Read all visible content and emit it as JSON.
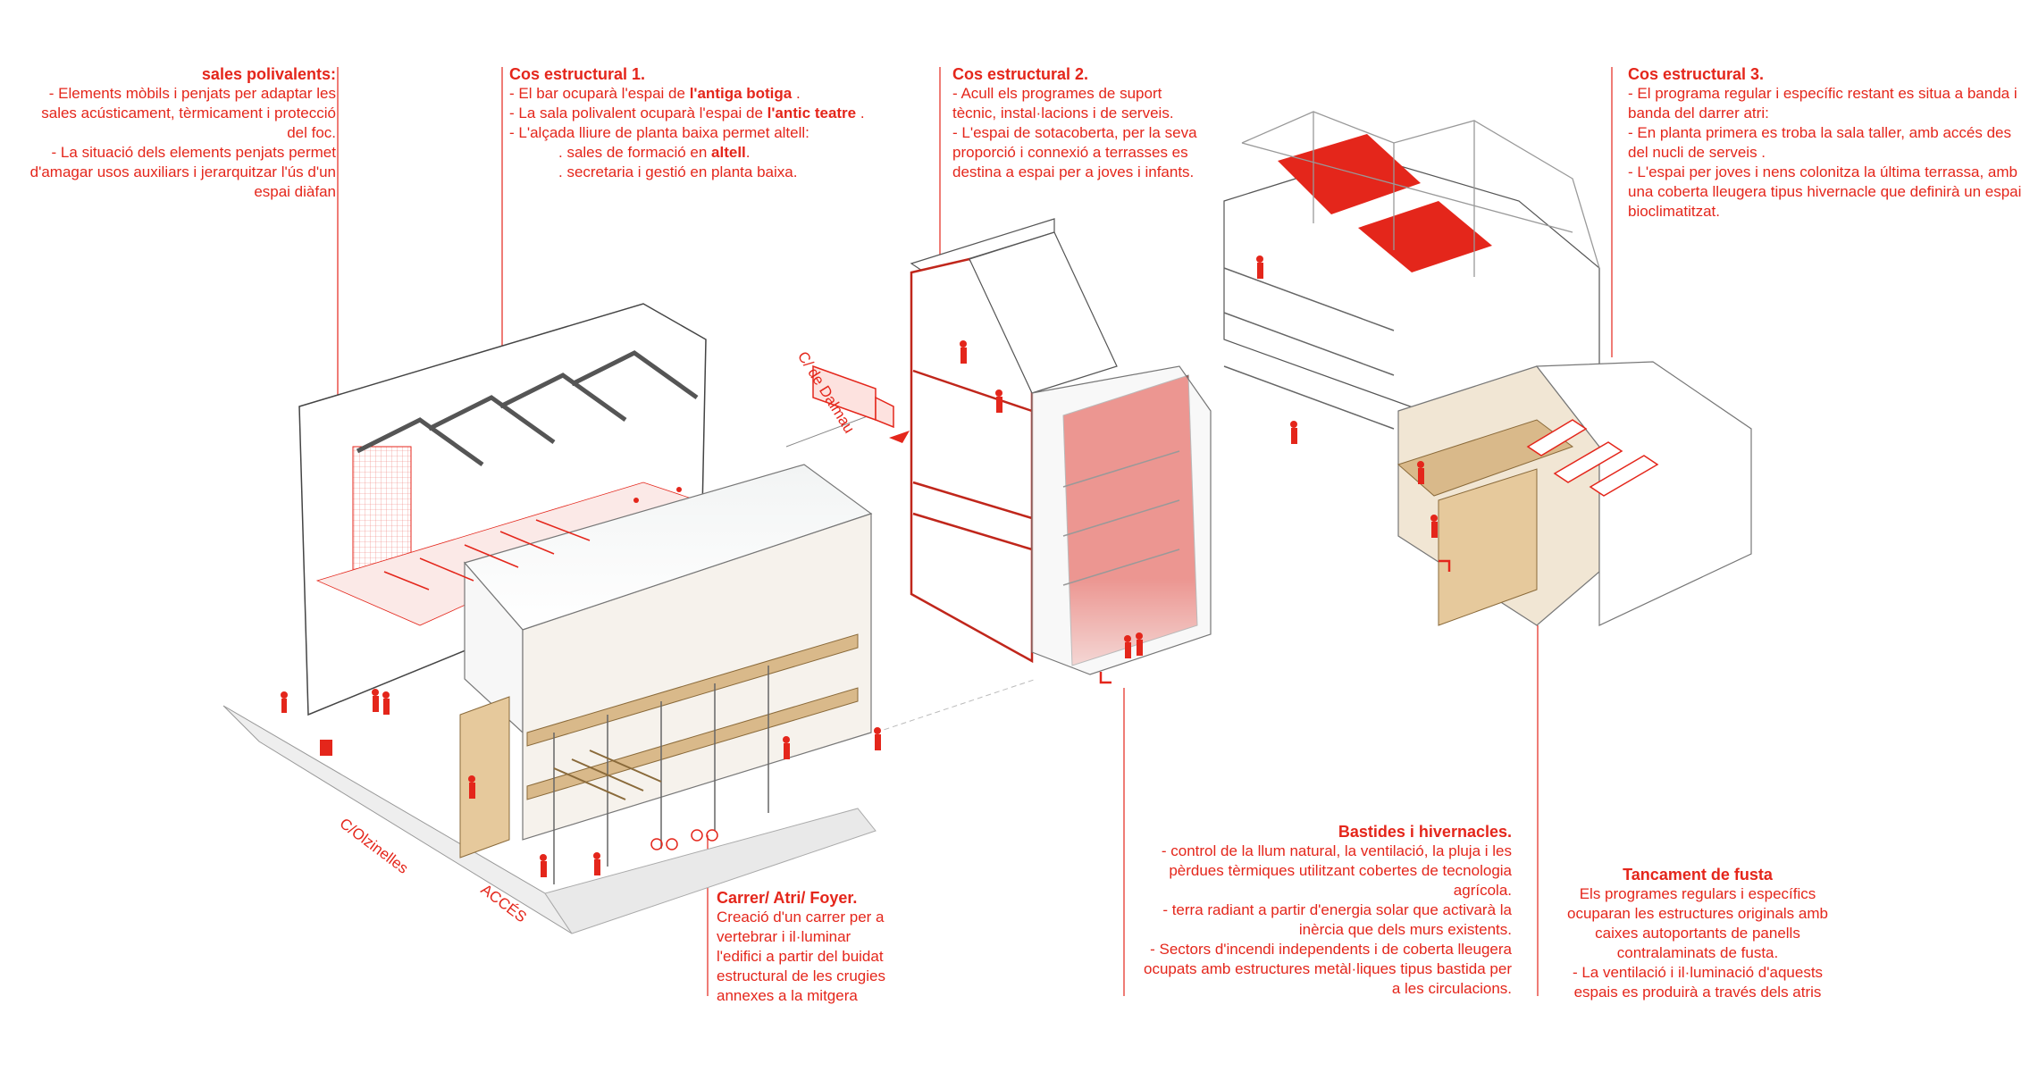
{
  "blocks": {
    "sales_polivalents": {
      "title": "sales polivalents:",
      "lines": [
        "- Elements mòbils i penjats per adaptar les",
        "sales acústicament, tèrmicament i protecció",
        "del foc.",
        "- La situació dels elements penjats permet",
        "d'amagar usos auxiliars i jerarquitzar l'ús d'un",
        "espai diàfan"
      ]
    },
    "cos1": {
      "title": "Cos estructural 1.",
      "l1_pre": "- El bar ocuparà l'espai  de ",
      "l1_em": "l'antiga botiga",
      "l1_post": " .",
      "l2_pre": "- La sala polivalent ocuparà l'espai de ",
      "l2_em": "l'antic teatre",
      "l2_post": " .",
      "l3": "- L'alçada lliure de planta baixa  permet altell:",
      "l4_pre": ". sales de formació en ",
      "l4_em": "altell",
      "l4_post": ".",
      "l5": ". secretaria i gestió en planta baixa."
    },
    "cos2": {
      "title": "Cos estructural 2.",
      "lines": [
        "- Acull els programes de suport",
        "tècnic, instal·lacions i de serveis.",
        "- L'espai de sotacoberta, per la seva",
        "proporció i connexió a terrasses es",
        "destina a espai per a joves i infants."
      ]
    },
    "cos3": {
      "title": "Cos estructural 3.",
      "lines": [
        "- El programa regular i específic restant es situa a banda i",
        "banda del darrer atri:",
        "- En planta primera es troba la sala taller, amb accés  des",
        "del nucli de serveis .",
        "- L'espai per joves i nens colonitza la última terrassa, amb",
        "una coberta lleugera tipus hivernacle que definirà un espai",
        "bioclimatitzat."
      ]
    },
    "carrer": {
      "title": "Carrer/ Atri/ Foyer.",
      "lines": [
        "Creació d'un carrer per a",
        "vertebrar i il·luminar",
        "l'edifici a partir del buidat",
        "estructural de les crugies",
        "annexes a la mitgera"
      ]
    },
    "bastides": {
      "title": "Bastides i hivernacles.",
      "lines": [
        "- control de la llum natural, la ventilació, la pluja i les",
        "pèrdues tèrmiques utilitzant cobertes de tecnologia",
        "agrícola.",
        "- terra radiant a partir d'energia solar que activarà la",
        "inèrcia que dels murs existents.",
        "- Sectors d'incendi independents i de coberta lleugera",
        "ocupats  amb estructures metàl·liques tipus bastida per",
        "a les circulacions."
      ]
    },
    "tancament": {
      "title": "Tancament de fusta",
      "lines": [
        "Els programes regulars i específics",
        "ocuparan les estructures originals amb",
        "caixes autoportants de panells",
        "contralaminats de fusta.",
        "- La ventilació i il·luminació d'aquests",
        "espais es produirà a través dels atris"
      ]
    }
  },
  "streets": {
    "dalmau": "C/ de Dalmau",
    "olzinelles": "C/Olzinelles",
    "acces": "ACCÉS"
  },
  "colors": {
    "accent": "#e4261b",
    "wood": "#d9b98a",
    "line": "#555555",
    "glass": "#eef0f0"
  }
}
